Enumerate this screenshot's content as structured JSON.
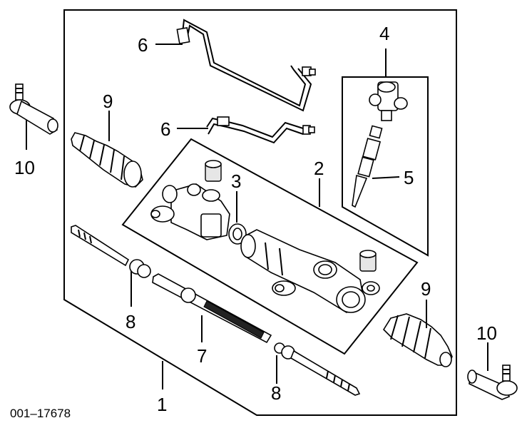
{
  "diagram": {
    "reference_number": "001–17678",
    "callouts": {
      "c1": "1",
      "c2": "2",
      "c3": "3",
      "c4": "4",
      "c5": "5",
      "c6a": "6",
      "c6b": "6",
      "c7": "7",
      "c8a": "8",
      "c8b": "8",
      "c9a": "9",
      "c9b": "9",
      "c10a": "10",
      "c10b": "10"
    }
  }
}
